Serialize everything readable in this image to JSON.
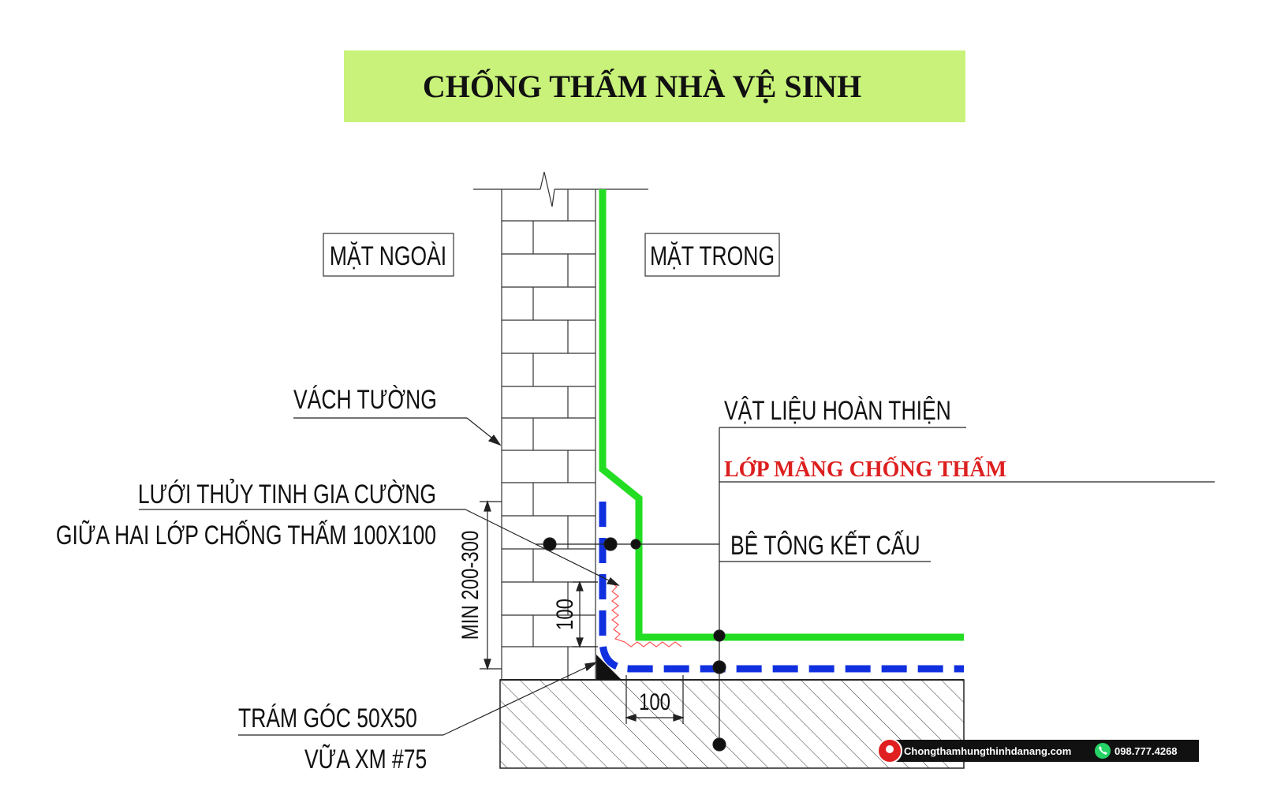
{
  "title": "CHỐNG THẤM NHÀ VỆ SINH",
  "labels": {
    "outside": "MẶT NGOÀI",
    "inside": "MẶT TRONG",
    "wall": "VÁCH TƯỜNG",
    "finish": "VẬT LIỆU HOÀN THIỆN",
    "membrane": "LỚP MÀNG CHỐNG THẤM",
    "concrete": "BÊ TÔNG KẾT CẤU",
    "mesh_line1": "LƯỚI THỦY TINH GIA CƯỜNG",
    "mesh_line2": "GIỮA HAI LỚP CHỐNG THẤM 100X100",
    "fillet_line1": "TRÁM GÓC 50X50",
    "fillet_line2": "VỮA XM #75"
  },
  "dimensions": {
    "min_height": "MIN 200-300",
    "vertical_100": "100",
    "horizontal_100": "100"
  },
  "branding": {
    "website": "Chongthamhungthinhdanang.com",
    "phone": "098.777.4268"
  },
  "colors": {
    "title_bg": "#c9f27a",
    "finish_layer": "#22dd22",
    "membrane_layer": "#1030e0",
    "membrane_text": "#dd1f1f",
    "mesh": "#ff5555"
  }
}
